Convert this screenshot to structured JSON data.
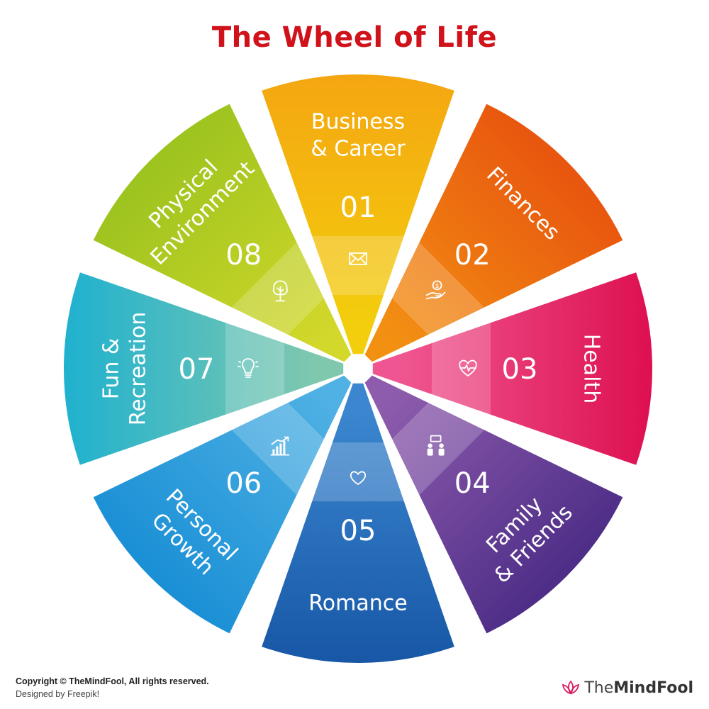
{
  "title": "The Wheel of Life",
  "segments": [
    {
      "number": "01",
      "lines": [
        "Business",
        "& Career"
      ],
      "icon": "envelope-icon",
      "color_start": "#f4a611",
      "color_end": "#f3ce0d"
    },
    {
      "number": "02",
      "lines": [
        "Finances"
      ],
      "icon": "money-hand-icon",
      "color_start": "#e8550f",
      "color_end": "#f29012"
    },
    {
      "number": "03",
      "lines": [
        "Health"
      ],
      "icon": "heart-pulse-icon",
      "color_start": "#de1050",
      "color_end": "#ef5691"
    },
    {
      "number": "04",
      "lines": [
        "Family",
        "& Friends"
      ],
      "icon": "people-chat-icon",
      "color_start": "#4d2d87",
      "color_end": "#8e5cad"
    },
    {
      "number": "05",
      "lines": [
        "Romance"
      ],
      "icon": "heart-icon",
      "color_start": "#1757a6",
      "color_end": "#3b86cf"
    },
    {
      "number": "06",
      "lines": [
        "Personal",
        "Growth"
      ],
      "icon": "growth-chart-icon",
      "color_start": "#1a8fd5",
      "color_end": "#4fb1e4"
    },
    {
      "number": "07",
      "lines": [
        "Fun &",
        "Recreation"
      ],
      "icon": "lightbulb-icon",
      "color_start": "#1fb1cf",
      "color_end": "#7fc8ae"
    },
    {
      "number": "08",
      "lines": [
        "Physical",
        "Environment"
      ],
      "icon": "tree-icon",
      "color_start": "#9cc31f",
      "color_end": "#d3d82a"
    }
  ],
  "footer": {
    "copyright": "Copyright © TheMindFool, All rights reserved.",
    "designed_by": "Designed by Freepik!"
  },
  "brand": {
    "prefix": "The",
    "name": "MindFool",
    "logo_icon": "lotus-icon"
  }
}
